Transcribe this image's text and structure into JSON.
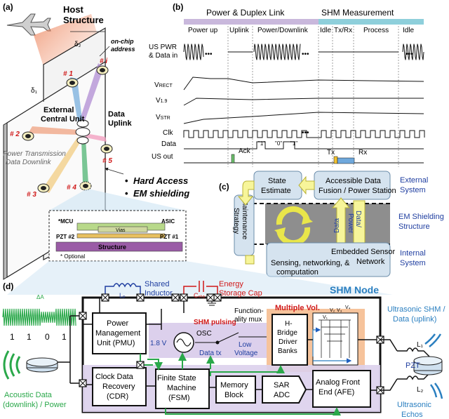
{
  "colors": {
    "power_bar": "#c9b8dc",
    "shm_bar": "#8ecfdb",
    "blue_text": "#1f3ea0",
    "red_text": "#d01818",
    "green": "#2aa84a",
    "orange": "#f4b88a",
    "lavender": "#dcd0ec",
    "yellow": "#f7f59a",
    "panel_c_box": "#d5e3ef",
    "structure": "#9a5ca6"
  },
  "panel_a": {
    "label": "(a)",
    "host_structure": [
      "Host",
      "Structure"
    ],
    "delta2": "δ₂",
    "delta1": "δ₁",
    "on_chip_address": [
      "on-chip",
      "address"
    ],
    "nodes": [
      "# i",
      "# 1",
      "# 2",
      "# 3",
      "# 4",
      "# 5"
    ],
    "external_unit": [
      "External",
      "Central Unit"
    ],
    "data_uplink": [
      "Data",
      "Uplink"
    ],
    "power_transmission": [
      "Power Transmission",
      "Data Downlink"
    ],
    "hard_access": "Hard Access",
    "em_shielding": "EM shielding",
    "inset": {
      "mcu": "*MCU",
      "asic": "ASIC",
      "vias": "Vias",
      "pzt2": "PZT #2",
      "pzt1": "PZT #1",
      "structure": "Structure",
      "optional": "* Optional"
    }
  },
  "panel_b": {
    "label": "(b)",
    "header_power": "Power & Duplex Link",
    "header_shm": "SHM Measurement",
    "phases": [
      "Power up",
      "Uplink",
      "Power/Downlink",
      "Idle",
      "Tx/Rx",
      "Process",
      "Idle"
    ],
    "rows": {
      "us_pwr": [
        "US PWR",
        "& Data in"
      ],
      "vrect": "V",
      "vrect_sub": "RECT",
      "v19": "V",
      "v19_sub": "1.9",
      "vstr": "V",
      "vstr_sub": "STR",
      "clk": "Clk",
      "data": "Data",
      "us_out": "US out"
    },
    "ack": "Ack",
    "bits": [
      "\"1\"",
      "\"0\"",
      "\"1\""
    ],
    "tx": "Tx",
    "rx": "Rx",
    "dots": "•••"
  },
  "panel_c": {
    "label": "(c)",
    "state_estimate": [
      "State",
      "Estimate"
    ],
    "accessible": [
      "Accessible Data",
      "Fusion / Power Station"
    ],
    "external_system": [
      "External",
      "System"
    ],
    "maintenance": [
      "Maintenance",
      "Strategy"
    ],
    "em_structure": [
      "EM Shielding",
      "Structure"
    ],
    "data": "Data",
    "data_power": [
      "Data/",
      "Power"
    ],
    "embedded": [
      "Embedded Sensor",
      "Network"
    ],
    "sensing": [
      "Sensing, networking, &",
      "computation"
    ],
    "internal_system": [
      "Internal",
      "System"
    ]
  },
  "panel_d": {
    "label": "(d)",
    "delta_a": "ΔA",
    "bits": [
      "1",
      "1",
      "0",
      "1"
    ],
    "acoustic": [
      "Acoustic Data",
      "(downlink) / Power"
    ],
    "shared_inductor": [
      "Shared",
      "Inductor"
    ],
    "lp": "Lₚ",
    "cstorage": "Cₛₜₒ",
    "energy_cap": [
      "Energy",
      "Storage Cap"
    ],
    "shm_node": "SHM Node",
    "pmu": [
      "Power",
      "Management",
      "Unit (PMU)"
    ],
    "v18": "1.8 V",
    "shm_pulsing": "SHM pulsing",
    "osc": "OSC",
    "data_tx": "Data tx",
    "low_voltage": [
      "Low",
      "Voltage"
    ],
    "functionality": [
      "Function-",
      "ality mux"
    ],
    "multiple_vol": "Multiple Vol.",
    "hbridge": [
      "H-",
      "Bridge",
      "Driver",
      "Banks"
    ],
    "v_labels": [
      "V₁",
      "V₂",
      "V₃",
      "V₄"
    ],
    "cdr": [
      "Clock Data",
      "Recovery",
      "(CDR)"
    ],
    "fsm": [
      "Finite State",
      "Machine",
      "(FSM)"
    ],
    "memory": [
      "Memory",
      "Block"
    ],
    "sar": [
      "SAR",
      "ADC"
    ],
    "afe": [
      "Analog Front",
      "End (AFE)"
    ],
    "pzt": "PZT",
    "l1": "L₁",
    "l2": "L₂",
    "ultrasonic_data": [
      "Ultrasonic SHM /",
      "Data (uplink)"
    ],
    "ultrasonic_echos": [
      "Ultrasonic",
      "Echos"
    ]
  }
}
